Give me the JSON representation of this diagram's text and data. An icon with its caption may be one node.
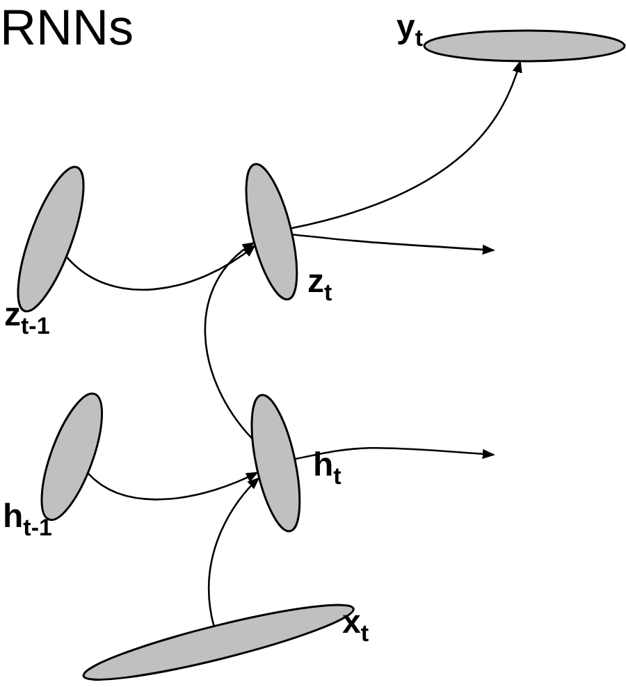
{
  "diagram": {
    "title": "RNNs",
    "nodes": [
      {
        "text": [
          "y$_{t}$"
        ]
      },
      {
        "text": [
          "z$_{t-1}$"
        ]
      },
      {
        "text": [
          "z$_{t}$"
        ]
      },
      {
        "text": [
          "h$_{t-1}$"
        ]
      },
      {
        "text": [
          "h$_{t}$"
        ]
      },
      {
        "text": [
          "x$_{t}$"
        ]
      }
    ],
    "edges": [
      {
        "from": 1,
        "to": 2,
        "arrow": "to"
      },
      {
        "from": 2,
        "to": 0,
        "arrow": "to"
      },
      {
        "from": 2,
        "to": null,
        "arrow": "to"
      },
      {
        "from": 3,
        "to": 4,
        "arrow": "to"
      },
      {
        "from": 4,
        "to": 2,
        "arrow": "to"
      },
      {
        "from": 4,
        "to": null,
        "arrow": "to"
      },
      {
        "from": 5,
        "to": 4,
        "arrow": "to"
      }
    ]
  }
}
